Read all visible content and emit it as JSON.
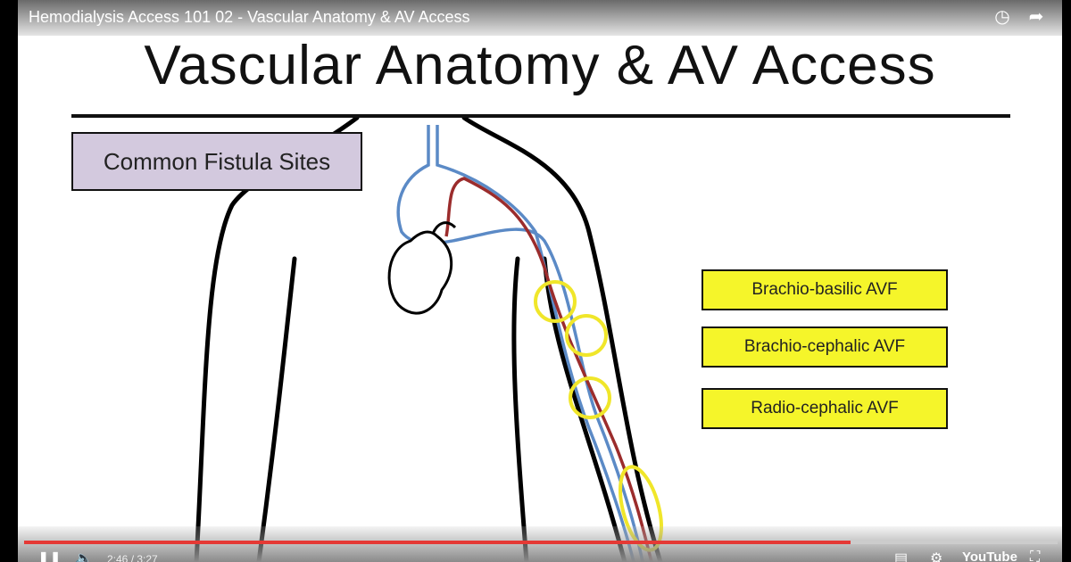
{
  "video": {
    "title": "Hemodialysis Access 101 02 - Vascular Anatomy & AV Access",
    "icons": [
      "watch-later-icon",
      "share-icon"
    ]
  },
  "slide": {
    "title": "Vascular Anatomy & AV Access",
    "sites_box": "Common Fistula Sites",
    "labels": [
      "Brachio-basilic AVF",
      "Brachio-cephalic AVF",
      "Radio-cephalic AVF"
    ],
    "colors": {
      "sites_box": "#d3c9de",
      "label": "#f5f52a",
      "vein": "#5b8ac6",
      "artery": "#9b2c2c",
      "circle": "#f0e62a"
    }
  },
  "player": {
    "time": "2:46 / 3:27",
    "progress": 0.8,
    "progress_color": "#e53935",
    "logo": "YouTube",
    "icons": [
      "pause-icon",
      "volume-icon",
      "captions-icon",
      "settings-icon",
      "fullscreen-icon"
    ]
  }
}
